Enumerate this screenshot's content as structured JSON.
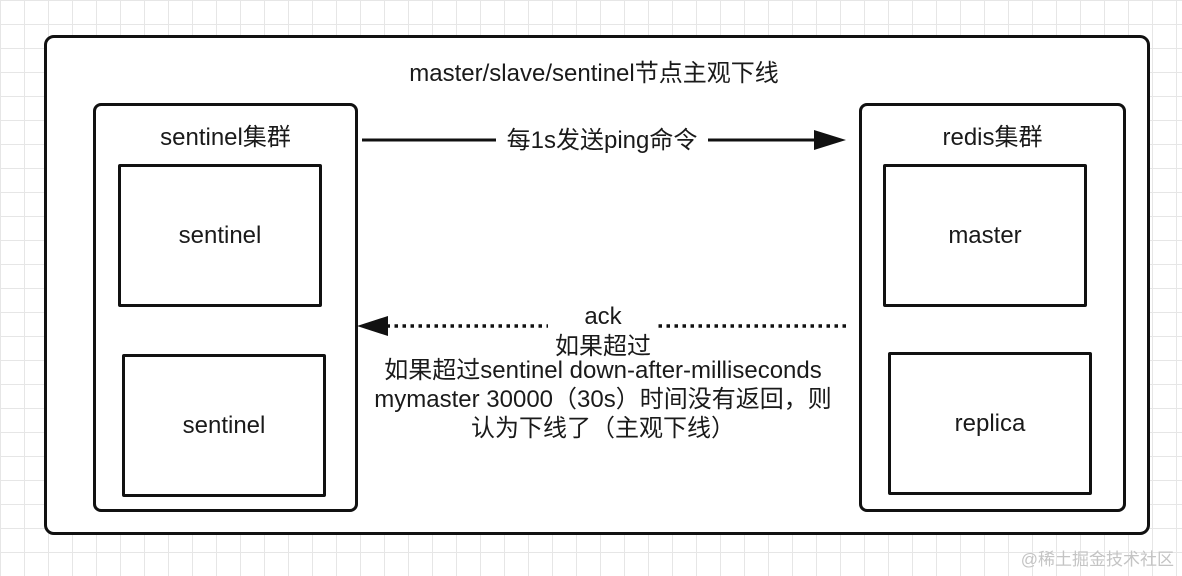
{
  "diagram": {
    "title": "master/slave/sentinel节点主观下线",
    "sentinel_group": {
      "title": "sentinel集群",
      "nodes": [
        "sentinel",
        "sentinel"
      ]
    },
    "redis_group": {
      "title": "redis集群",
      "nodes": [
        "master",
        "replica"
      ]
    },
    "ping_arrow": {
      "label": "每1s发送ping命令"
    },
    "ack_arrow": {
      "label": "ack",
      "sub_label": "如果超过",
      "note": "如果超过sentinel down-after-milliseconds mymaster 30000（30s）时间没有返回，则认为下线了（主观下线）"
    }
  },
  "watermark": "@稀土掘金技术社区"
}
